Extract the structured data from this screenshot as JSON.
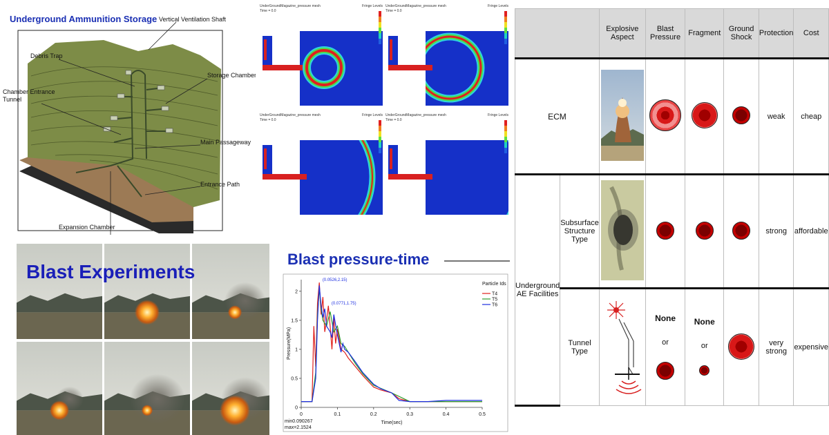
{
  "diagram": {
    "title": "Underground Ammunition Storage",
    "labels": {
      "shaft": "Vertical Ventilation Shaft",
      "debris": "Debris Trap",
      "storage": "Storage Chamber",
      "entrance_tunnel": "Chamber Entrance\nTunnel",
      "main_passage": "Main Passageway",
      "entrance_path": "Entrance Path",
      "expansion": "Expansion Chamber"
    }
  },
  "simulation": {
    "plot_header": "UnderGroundMagazine_pressure mesh",
    "fringe_title": "Fringe Levels",
    "frames": [
      {
        "time": "Time = 0.0"
      },
      {
        "time": "Time = 0.0"
      },
      {
        "time": "Time = 0.0"
      },
      {
        "time": "Time = 0.0"
      }
    ]
  },
  "experiments": {
    "title": "Blast Experiments"
  },
  "pressure_chart_title": "Blast pressure-time",
  "chart_data": {
    "type": "line",
    "title": "Blast pressure-time",
    "xlabel": "Time(sec)",
    "ylabel": "Pressure(MPa)",
    "xlim": [
      0,
      0.5
    ],
    "ylim": [
      0,
      2.2
    ],
    "x_ticks": [
      "0",
      "0.1",
      "0.2",
      "0.3",
      "0.4",
      "0.5"
    ],
    "y_ticks": [
      "0",
      "0.5",
      "1",
      "1.5",
      "2"
    ],
    "legend_title": "Particle Ids",
    "legend_position": "top-right",
    "annotations": [
      "(0.0526,2.15)",
      "(0.0771,1.75)"
    ],
    "min_label": "min0.090267",
    "max_label": "max=2.1524",
    "series": [
      {
        "name": "T4",
        "color": "#e0201c",
        "x": [
          0,
          0.03,
          0.035,
          0.04,
          0.045,
          0.05,
          0.055,
          0.06,
          0.065,
          0.07,
          0.075,
          0.08,
          0.085,
          0.09,
          0.095,
          0.1,
          0.11,
          0.12,
          0.13,
          0.15,
          0.17,
          0.2,
          0.22,
          0.25,
          0.27,
          0.3,
          0.35,
          0.4,
          0.45,
          0.5
        ],
        "y": [
          0.1,
          0.1,
          1.4,
          0.7,
          1.8,
          2.15,
          1.6,
          1.9,
          1.3,
          1.5,
          1.75,
          1.4,
          1.0,
          1.55,
          1.1,
          1.35,
          1.0,
          0.95,
          0.85,
          0.7,
          0.55,
          0.35,
          0.3,
          0.25,
          0.15,
          0.1,
          0.1,
          0.1,
          0.1,
          0.1
        ]
      },
      {
        "name": "T5",
        "color": "#2e9c2e",
        "x": [
          0,
          0.03,
          0.04,
          0.045,
          0.05,
          0.055,
          0.06,
          0.07,
          0.08,
          0.09,
          0.1,
          0.11,
          0.12,
          0.15,
          0.17,
          0.2,
          0.25,
          0.3,
          0.4,
          0.5
        ],
        "y": [
          0.1,
          0.1,
          0.6,
          1.6,
          2.05,
          1.7,
          1.5,
          1.4,
          1.65,
          1.3,
          1.4,
          1.1,
          1.05,
          0.75,
          0.58,
          0.38,
          0.25,
          0.1,
          0.1,
          0.1
        ]
      },
      {
        "name": "T6",
        "color": "#1c2ee0",
        "x": [
          0,
          0.03,
          0.04,
          0.045,
          0.05,
          0.055,
          0.06,
          0.065,
          0.07,
          0.08,
          0.085,
          0.09,
          0.1,
          0.11,
          0.115,
          0.12,
          0.13,
          0.15,
          0.17,
          0.2,
          0.22,
          0.25,
          0.27,
          0.3,
          0.35,
          0.4,
          0.45,
          0.5
        ],
        "y": [
          0.1,
          0.1,
          0.5,
          1.5,
          2.1,
          1.75,
          1.55,
          1.7,
          1.4,
          1.3,
          1.2,
          1.6,
          1.25,
          0.95,
          1.1,
          1.0,
          0.95,
          0.78,
          0.6,
          0.4,
          0.32,
          0.25,
          0.12,
          0.1,
          0.1,
          0.12,
          0.12,
          0.12
        ]
      }
    ]
  },
  "table": {
    "headers": [
      "Explosive\nAspect",
      "Blast Pressure",
      "Fragment",
      "Ground Shock",
      "Protection",
      "Cost"
    ],
    "group_label": "Underground\nAE Facilities",
    "rows": [
      {
        "name": "ECM",
        "protection": "weak",
        "cost": "cheap",
        "blast": "large",
        "fragment": "medium",
        "shock": "small"
      },
      {
        "name": "Subsurface\nStructure\nType",
        "protection": "strong",
        "cost": "affordable",
        "blast": "small",
        "fragment": "small",
        "shock": "small"
      },
      {
        "name": "Tunnel\nType",
        "protection": "very\nstrong",
        "cost": "expensive",
        "none_label": "None",
        "or_label": "or",
        "shock": "medium"
      }
    ]
  }
}
